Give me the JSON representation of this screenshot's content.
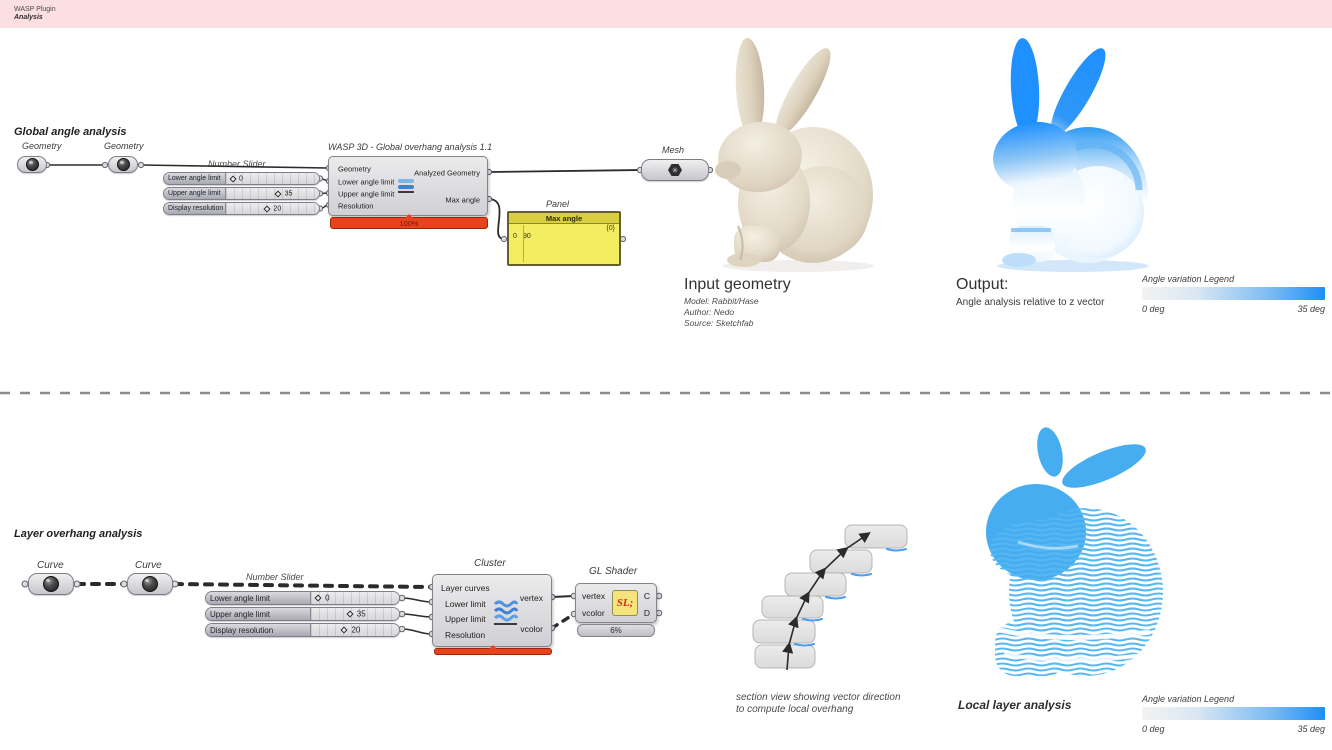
{
  "header": {
    "line1": "WASP Plugin",
    "line2": "Analysis"
  },
  "colors": {
    "accent_blue": "#1e90ff",
    "contour_blue": "#57b7f2",
    "wasp_red": "#e8431c",
    "panel_yellow": "#f3ed62",
    "header_pink": "#fbdfe1"
  },
  "global_section": {
    "title": "Global angle analysis",
    "geometry_node_1": {
      "label": "Geometry",
      "icon": "sphere-icon"
    },
    "geometry_node_2": {
      "label": "Geometry",
      "icon": "sphere-icon"
    },
    "slider_group_label": "Number Slider",
    "sliders": [
      {
        "label": "Lower angle limit",
        "value": "0"
      },
      {
        "label": "Upper angle limit",
        "value": "35"
      },
      {
        "label": "Display resolution",
        "value": "20"
      }
    ],
    "wasp_component": {
      "title": "WASP 3D - Global overhang analysis 1.1",
      "inputs": [
        "Geometry",
        "Lower angle limit",
        "Upper angle limit",
        "Resolution"
      ],
      "outputs": [
        "Analyzed Geometry",
        "Max angle"
      ],
      "icon": "layer-bars-icon",
      "progress": "100%"
    },
    "mesh_node": {
      "label": "Mesh",
      "icon": "mesh-hexagon-icon",
      "icon_glyph": "✳"
    },
    "panel": {
      "label": "Panel",
      "header": "Max angle",
      "path": "{0}",
      "row_index": "0",
      "row_value": "90"
    }
  },
  "input_figure": {
    "heading": "Input geometry",
    "meta": [
      "Model: Rabbit/Hase",
      "Author: Nedo",
      "Source: Sketchfab"
    ]
  },
  "output_figure": {
    "heading": "Output:",
    "subheading": "Angle analysis relative to z vector"
  },
  "legend_top": {
    "title": "Angle variation Legend",
    "min": "0 deg",
    "max": "35 deg"
  },
  "local_section": {
    "title": "Layer overhang analysis",
    "curve_node_1": {
      "label": "Curve",
      "icon": "curve-sphere-icon"
    },
    "curve_node_2": {
      "label": "Curve",
      "icon": "curve-sphere-icon"
    },
    "slider_group_label": "Number Slider",
    "sliders": [
      {
        "label": "Lower angle limit",
        "value": "0"
      },
      {
        "label": "Upper angle limit",
        "value": "35"
      },
      {
        "label": "Display resolution",
        "value": "20"
      }
    ],
    "cluster": {
      "title": "Cluster",
      "inputs": [
        "Layer curves",
        "Lower limit",
        "Upper limit",
        "Resolution"
      ],
      "outputs": [
        "vertex",
        "vcolor"
      ],
      "icon": "cluster-squiggle-icon"
    },
    "gl_shader": {
      "title": "GL Shader",
      "inputs": [
        "vertex",
        "vcolor"
      ],
      "outputs": [
        "C",
        "D"
      ],
      "icon_text": "SL;",
      "progress": "6%"
    }
  },
  "section_view": {
    "caption_line1": "section view showing vector direction",
    "caption_line2": "to compute local overhang"
  },
  "local_caption": "Local layer analysis",
  "legend_bottom": {
    "title": "Angle variation Legend",
    "min": "0 deg",
    "max": "35 deg"
  }
}
